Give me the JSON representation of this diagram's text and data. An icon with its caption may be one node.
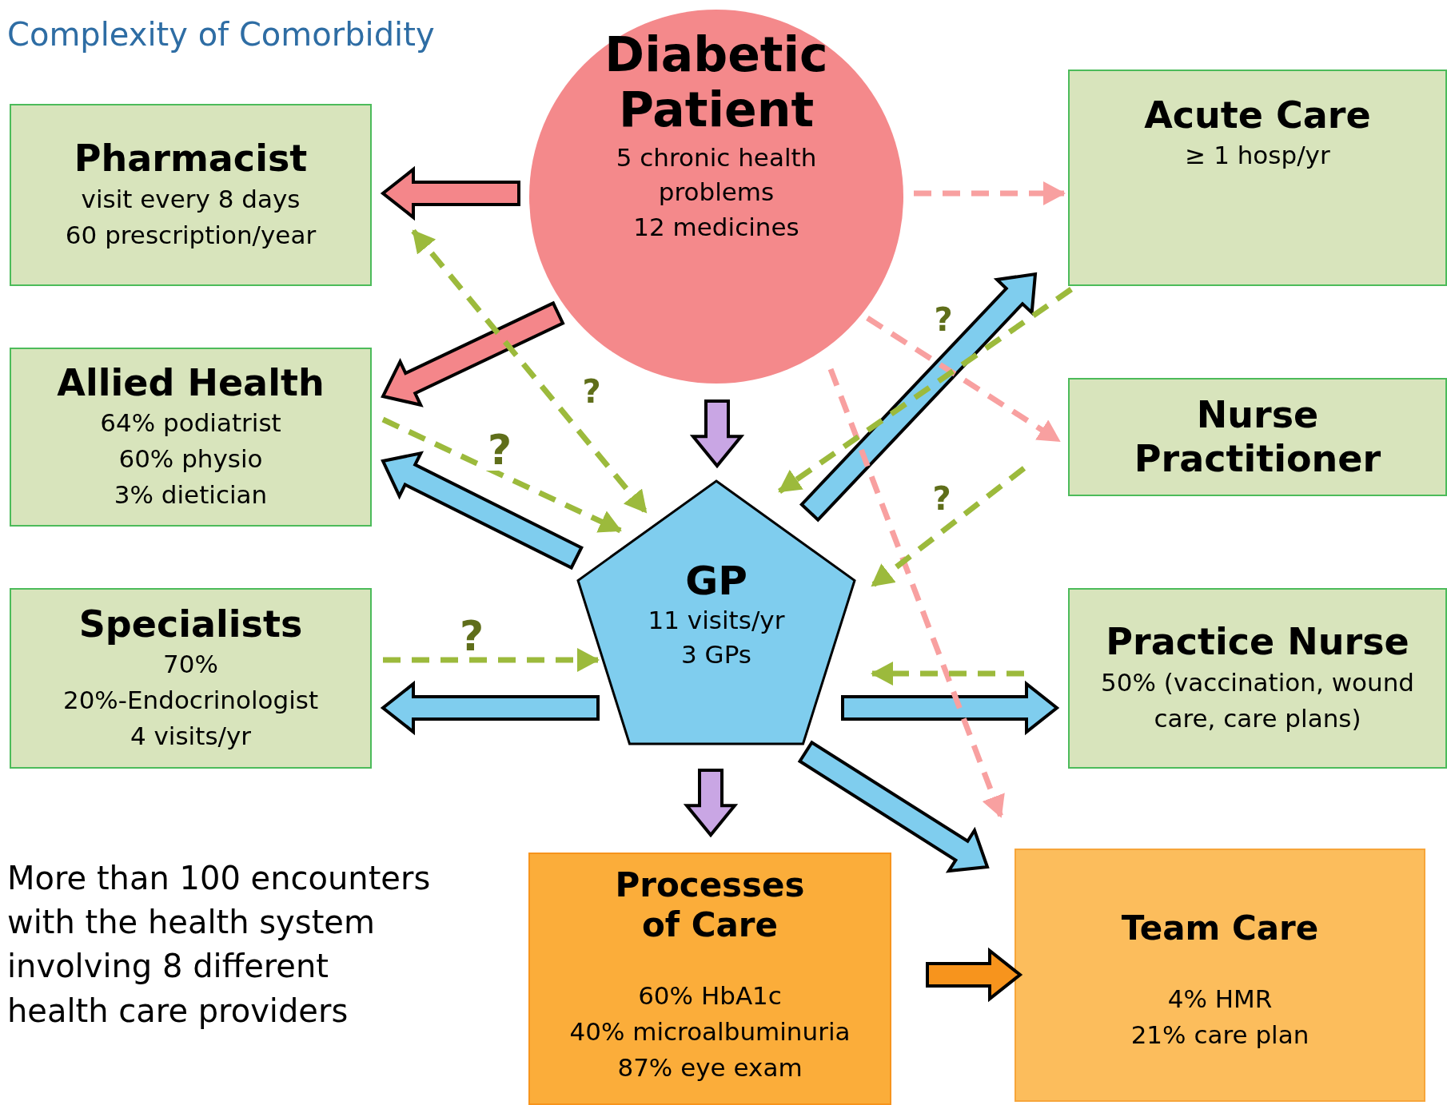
{
  "diagram": {
    "title": "Complexity of Comorbidity",
    "nodes": [
      {
        "text": [
          "Diabetic Patient",
          "5 chronic health problems",
          "12 medicines"
        ]
      },
      {
        "text": [
          "Pharmacist",
          "visit every 8 days",
          "60 prescription/year"
        ]
      },
      {
        "text": [
          "Allied Health",
          "64% podiatrist",
          "60% physio",
          "3% dietician"
        ]
      },
      {
        "text": [
          "Specialists",
          "70%",
          "20%-Endocrinologist",
          "4 visits/yr"
        ]
      },
      {
        "text": [
          "Acute Care",
          "≥ 1 hosp/yr"
        ]
      },
      {
        "text": [
          "Nurse Practitioner"
        ]
      },
      {
        "text": [
          "Practice Nurse",
          "50% (vaccination, wound care, care plans)"
        ]
      },
      {
        "text": [
          "GP",
          "11 visits/yr",
          "3 GPs"
        ]
      },
      {
        "text": [
          "Processes of Care",
          "60% HbA1c",
          "40% microalbuminuria",
          "87% eye exam"
        ]
      },
      {
        "text": [
          "Team Care",
          "4% HMR",
          "21% care plan"
        ]
      }
    ],
    "edges": [
      {
        "from": 0,
        "to": 1,
        "arrow": "to",
        "style": "thick",
        "color": "#f4868a"
      },
      {
        "from": 0,
        "to": 2,
        "arrow": "to",
        "style": "thick",
        "color": "#f4868a"
      },
      {
        "from": 0,
        "to": 7,
        "arrow": "to",
        "style": "thick",
        "color": "#c9a6e4"
      },
      {
        "from": 7,
        "to": 8,
        "arrow": "to",
        "style": "thick",
        "color": "#c9a6e4"
      },
      {
        "from": 7,
        "to": 2,
        "arrow": "to",
        "style": "thick",
        "color": "#7fcdee"
      },
      {
        "from": 7,
        "to": 3,
        "arrow": "to",
        "style": "thick",
        "color": "#7fcdee"
      },
      {
        "from": 7,
        "to": 4,
        "arrow": "to",
        "style": "thick",
        "color": "#7fcdee"
      },
      {
        "from": 7,
        "to": 6,
        "arrow": "to",
        "style": "thick",
        "color": "#7fcdee"
      },
      {
        "from": 7,
        "to": 9,
        "arrow": "to",
        "style": "thick",
        "color": "#7fcdee"
      },
      {
        "from": 8,
        "to": 9,
        "arrow": "to",
        "style": "thick",
        "color": "#f7941d"
      },
      {
        "from": 0,
        "to": 4,
        "arrow": "to",
        "style": "dashed",
        "color": "#f8a0a0"
      },
      {
        "from": 0,
        "to": 5,
        "arrow": "to",
        "style": "dashed",
        "color": "#f8a0a0"
      },
      {
        "from": 0,
        "to": 9,
        "arrow": "to",
        "style": "dashed",
        "color": "#f8a0a0"
      },
      {
        "from": 1,
        "to": 7,
        "arrow": "both",
        "style": "dashed",
        "color": "#9cba3c",
        "label": "?"
      },
      {
        "from": 2,
        "to": 7,
        "arrow": "to",
        "style": "dashed",
        "color": "#9cba3c",
        "label": "?"
      },
      {
        "from": 3,
        "to": 7,
        "arrow": "to",
        "style": "dashed",
        "color": "#9cba3c",
        "label": "?"
      },
      {
        "from": 4,
        "to": 7,
        "arrow": "to",
        "style": "dashed",
        "color": "#9cba3c",
        "label": "?"
      },
      {
        "from": 5,
        "to": 7,
        "arrow": "to",
        "style": "dashed",
        "color": "#9cba3c",
        "label": "?"
      },
      {
        "from": 6,
        "to": 7,
        "arrow": "to",
        "style": "dashed",
        "color": "#9cba3c"
      }
    ],
    "labels": [
      "More than 100 encounters with the health system involving 8 different health care providers"
    ]
  }
}
